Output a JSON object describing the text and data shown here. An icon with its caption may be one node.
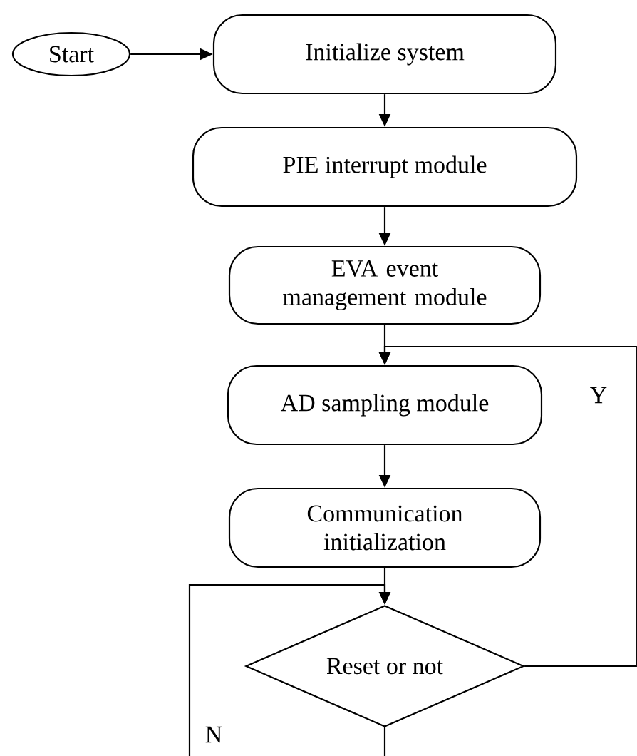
{
  "diagram": {
    "nodes": [
      {
        "text": [
          "Start"
        ]
      },
      {
        "text": [
          "Initialize system"
        ]
      },
      {
        "text": [
          "PIE interrupt module"
        ]
      },
      {
        "text": [
          "EVA event management module"
        ]
      },
      {
        "text": [
          "AD sampling module"
        ]
      },
      {
        "text": [
          "Communication initialization"
        ]
      },
      {
        "text": [
          "Reset or not"
        ]
      }
    ],
    "edges": [
      {
        "from": 0,
        "to": 1,
        "arrow": "to"
      },
      {
        "from": 1,
        "to": 2,
        "arrow": "to"
      },
      {
        "from": 2,
        "to": 3,
        "arrow": "to"
      },
      {
        "from": 3,
        "to": 4,
        "arrow": "to"
      },
      {
        "from": 4,
        "to": 5,
        "arrow": "to"
      },
      {
        "from": 5,
        "to": 6,
        "arrow": "to"
      },
      {
        "from": 6,
        "to": 4,
        "arrow": "to",
        "label": "Y"
      },
      {
        "from": 6,
        "to": null,
        "arrow": "none"
      },
      {
        "from": null,
        "to": 6,
        "arrow": "to",
        "label": "N"
      }
    ]
  }
}
